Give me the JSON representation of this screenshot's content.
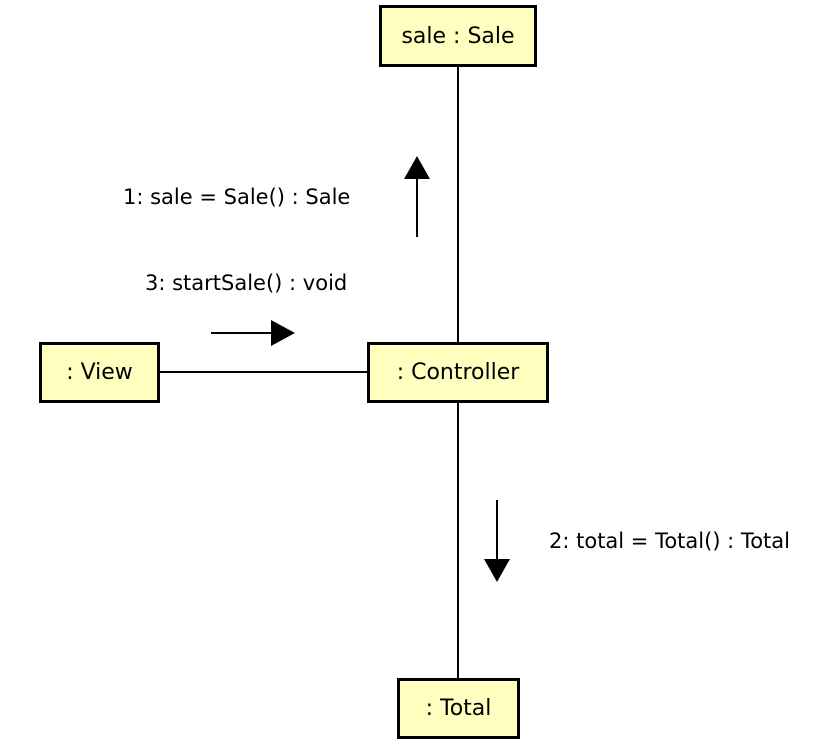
{
  "colors": {
    "box_fill": "#FFFFC0",
    "line": "#000000",
    "text": "#000000"
  },
  "objects": {
    "sale": {
      "label": "sale : Sale"
    },
    "view": {
      "label": ": View"
    },
    "controller": {
      "label": ": Controller"
    },
    "total": {
      "label": ": Total"
    }
  },
  "messages": {
    "m1": {
      "text": "1: sale = Sale() : Sale",
      "direction": "up"
    },
    "m2": {
      "text": "2: total = Total() : Total",
      "direction": "down"
    },
    "m3": {
      "text": "3: startSale() : void",
      "direction": "right"
    }
  }
}
